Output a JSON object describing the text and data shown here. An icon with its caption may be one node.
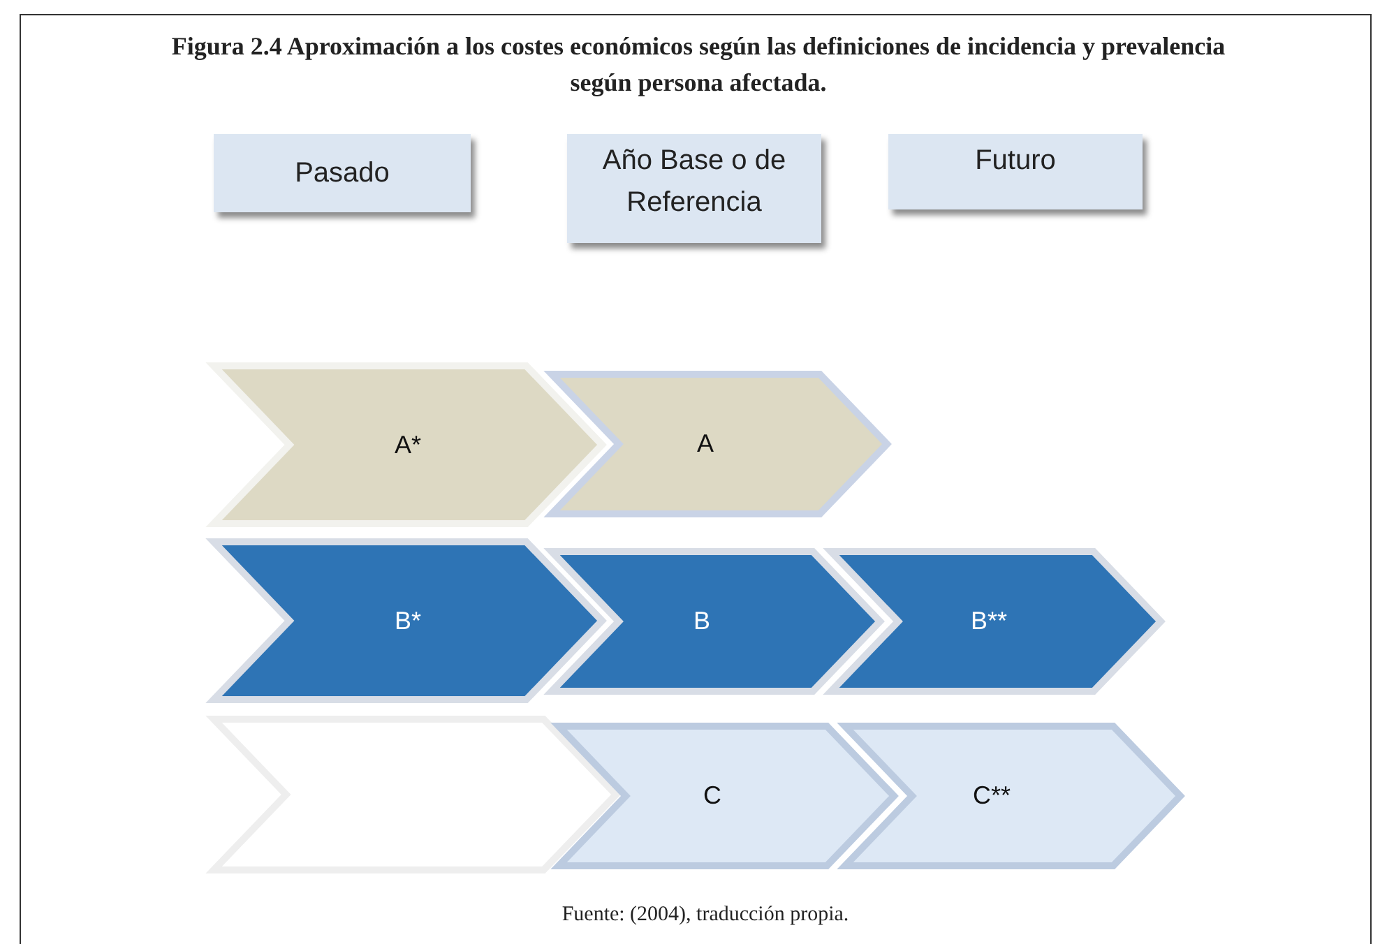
{
  "diagram": {
    "title": "Figura 2.4 Aproximación a los costes económicos según las definiciones de incidencia y prevalencia según persona afectada.",
    "nodes": [
      {
        "text": [
          "Pasado"
        ]
      },
      {
        "text": [
          "Año Base o de Referencia"
        ]
      },
      {
        "text": [
          "Futuro"
        ]
      },
      {
        "text": [
          "A*"
        ]
      },
      {
        "text": [
          "A"
        ]
      },
      {
        "text": [
          "B*"
        ]
      },
      {
        "text": [
          "B"
        ]
      },
      {
        "text": [
          "B**"
        ]
      },
      {
        "text": [],
        "shape": "chevron"
      },
      {
        "text": [
          "C"
        ]
      },
      {
        "text": [
          "C**"
        ]
      }
    ],
    "edges": [],
    "caption": "Fuente: (2004), traducción propia."
  }
}
